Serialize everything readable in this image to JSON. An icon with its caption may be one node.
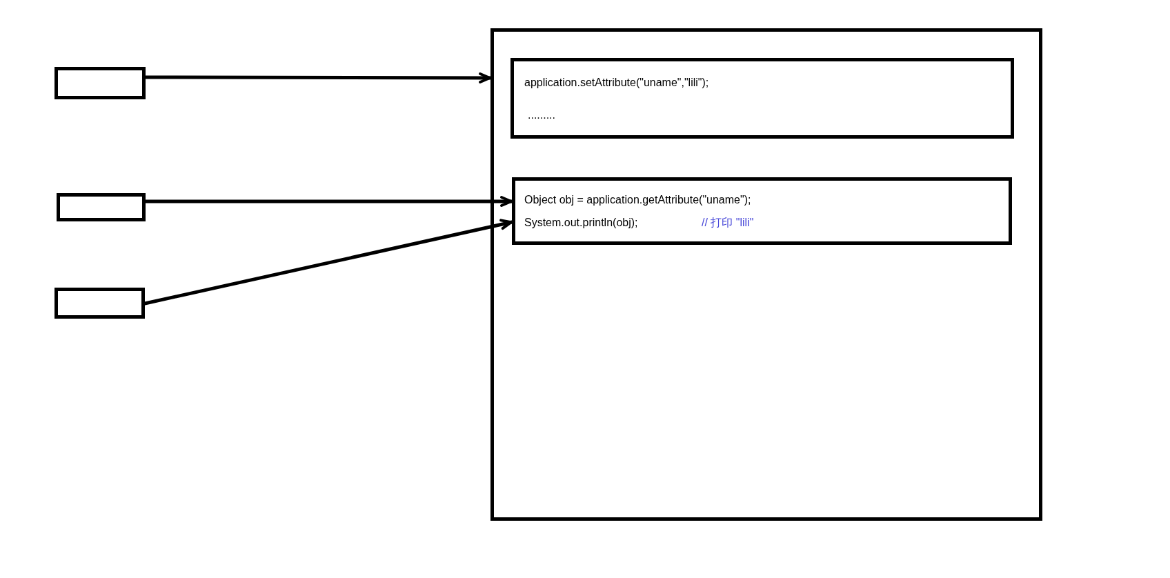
{
  "diagram": {
    "nodes": [
      {
        "text": [],
        "shape": "box"
      },
      {
        "text": [],
        "shape": "box"
      },
      {
        "text": [],
        "shape": "box"
      },
      {
        "text": [],
        "shape": "box"
      },
      {
        "text": [
          "application.setAttribute(\"uname\",\"lili\");",
          "........."
        ],
        "in": 3
      },
      {
        "text": [
          "Object obj = application.getAttribute(\"uname\");",
          "System.out.println(obj);",
          "// 打印 \"lili\""
        ],
        "in": 3
      }
    ],
    "edges": [
      {
        "from": 0,
        "to": 3,
        "arrow": "to"
      },
      {
        "from": 1,
        "to": 5,
        "arrow": "to"
      },
      {
        "from": 2,
        "to": 5,
        "arrow": "to"
      }
    ]
  }
}
